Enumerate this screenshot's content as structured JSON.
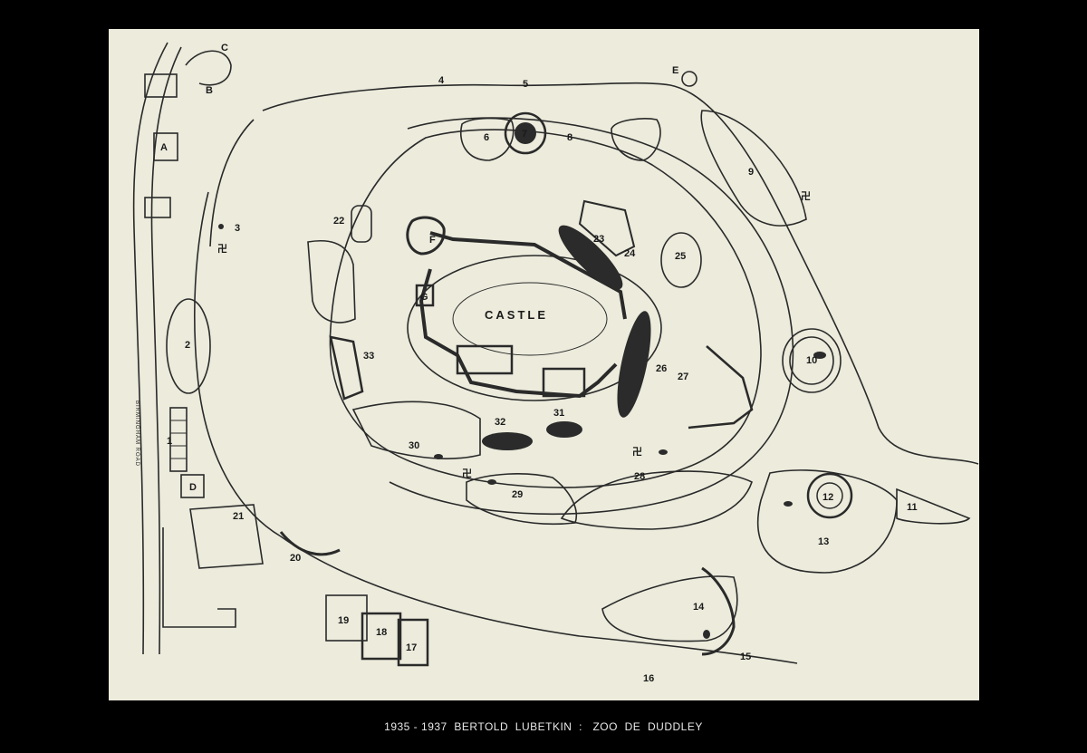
{
  "caption": "1935 - 1937  BERTOLD  LUBETKIN  :   ZOO  DE  DUDDLEY",
  "plan": {
    "castle_label": "CASTLE",
    "road_label": "BIRMINGHAM  ROAD",
    "swastika_glyph": "卍",
    "numbers": {
      "n1": "1",
      "n2": "2",
      "n3": "3",
      "n4": "4",
      "n5": "5",
      "n6": "6",
      "n7": "7",
      "n8": "8",
      "n9": "9",
      "n10": "10",
      "n11": "11",
      "n12": "12",
      "n13": "13",
      "n14": "14",
      "n15": "15",
      "n16": "16",
      "n17": "17",
      "n18": "18",
      "n19": "19",
      "n20": "20",
      "n21": "21",
      "n22": "22",
      "n23": "23",
      "n24": "24",
      "n25": "25",
      "n26": "26",
      "n27": "27",
      "n28": "28",
      "n29": "29",
      "n30": "30",
      "n31": "31",
      "n32": "32",
      "n33": "33"
    },
    "letters": {
      "A": "A",
      "B": "B",
      "C": "C",
      "D": "D",
      "E": "E",
      "F": "F",
      "G": "G"
    }
  }
}
